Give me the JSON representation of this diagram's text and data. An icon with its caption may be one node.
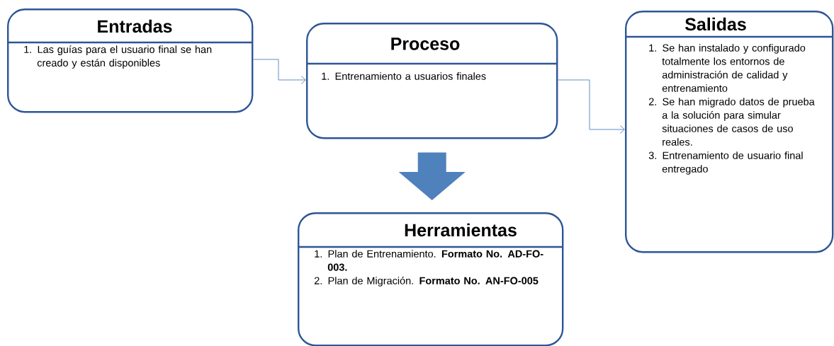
{
  "diagram": {
    "nodes": [
      {
        "text": [
          "Entradas",
          "1. Las guías para el usuario final se han creado y están disponibles"
        ]
      },
      {
        "text": [
          "Proceso",
          "1. Entrenamiento a usuarios finales"
        ]
      },
      {
        "text": [
          "Salidas",
          "1. Se han instalado y configurado totalmente los entornos de administración de calidad y entrenamiento",
          "2. Se han migrado datos de prueba a la solución para simular situaciones de casos de uso reales.",
          "3. Entrenamiento de usuario final entregado"
        ]
      },
      {
        "text": [
          "Herramientas",
          "1. Plan de Entrenamiento. **Formato No. AD-FO-003.**",
          "2. Plan de Migración. **Formato No. AN-FO-005**"
        ]
      }
    ],
    "edges": [
      {
        "from": 0,
        "to": 1,
        "arrow": "to"
      },
      {
        "from": 1,
        "to": 2,
        "arrow": "to"
      },
      {
        "from": 1,
        "to": 3,
        "arrow": "to",
        "style": "thick"
      }
    ]
  }
}
